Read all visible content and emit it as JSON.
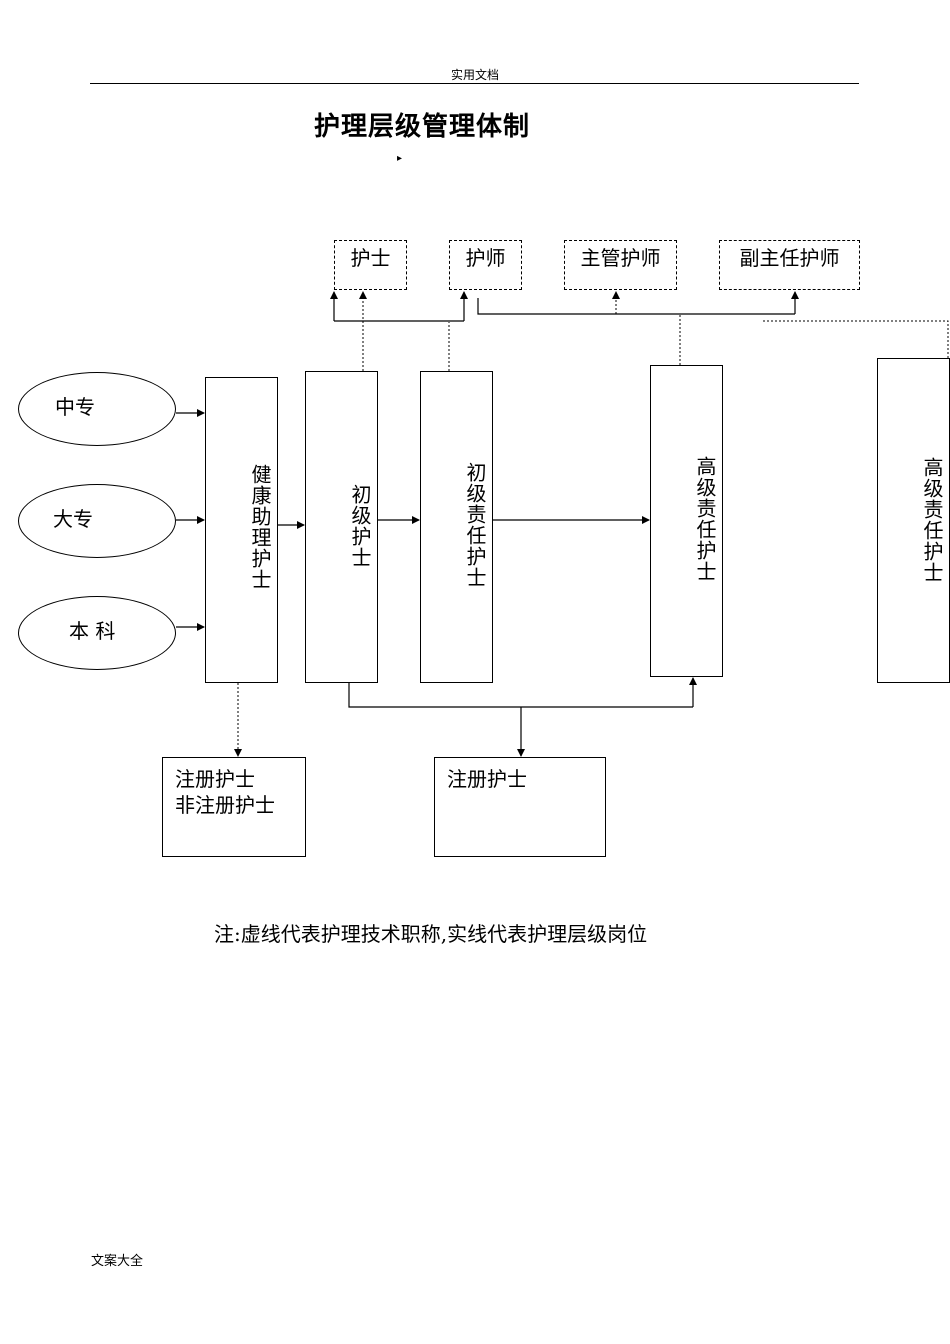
{
  "header": {
    "text": "实用文档"
  },
  "title": "护理层级管理体制",
  "marker": "▸",
  "titles_row": [
    "护士",
    "护师",
    "主管护师",
    "副主任护师"
  ],
  "sources": [
    "中专",
    "大专",
    "本 科"
  ],
  "levels": [
    "健康助理护士",
    "初级护士",
    "初级责任护士",
    "高级责任护士",
    "高级责任护士"
  ],
  "bottom": {
    "left_line1": "注册护士",
    "left_line2": "非注册护士",
    "right": "注册护士"
  },
  "note": "注:虚线代表护理技术职称,实线代表护理层级岗位",
  "footer": "文案大全"
}
